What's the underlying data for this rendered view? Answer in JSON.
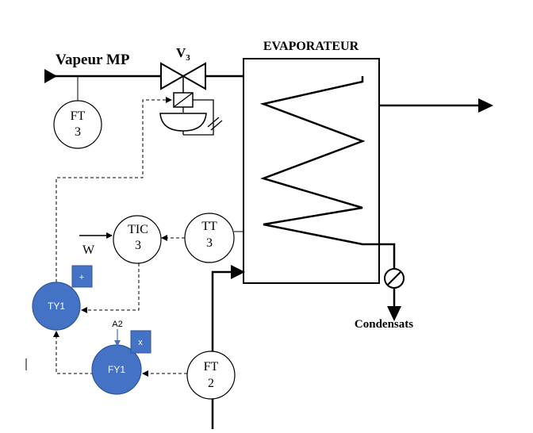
{
  "labels": {
    "steam_input": "Vapeur MP",
    "valve_name": "V",
    "valve_subscript": "3",
    "evaporator": "EVAPORATEUR",
    "condensate": "Condensats",
    "setpoint": "W",
    "a2": "A2"
  },
  "instruments": {
    "ft3": {
      "tag": "FT",
      "loop": "3"
    },
    "tic3": {
      "tag": "TIC",
      "loop": "3"
    },
    "tt3": {
      "tag": "TT",
      "loop": "3"
    },
    "ft2": {
      "tag": "FT",
      "loop": "2"
    }
  },
  "function_blocks": {
    "ty1": {
      "label": "TY1",
      "operator": "+"
    },
    "fy1": {
      "label": "FY1",
      "operator": "x"
    }
  },
  "colors": {
    "block_fill": "#4472C4",
    "block_stroke": "#2F5597",
    "line": "#000000",
    "a2_arrow": "#4472C4"
  }
}
